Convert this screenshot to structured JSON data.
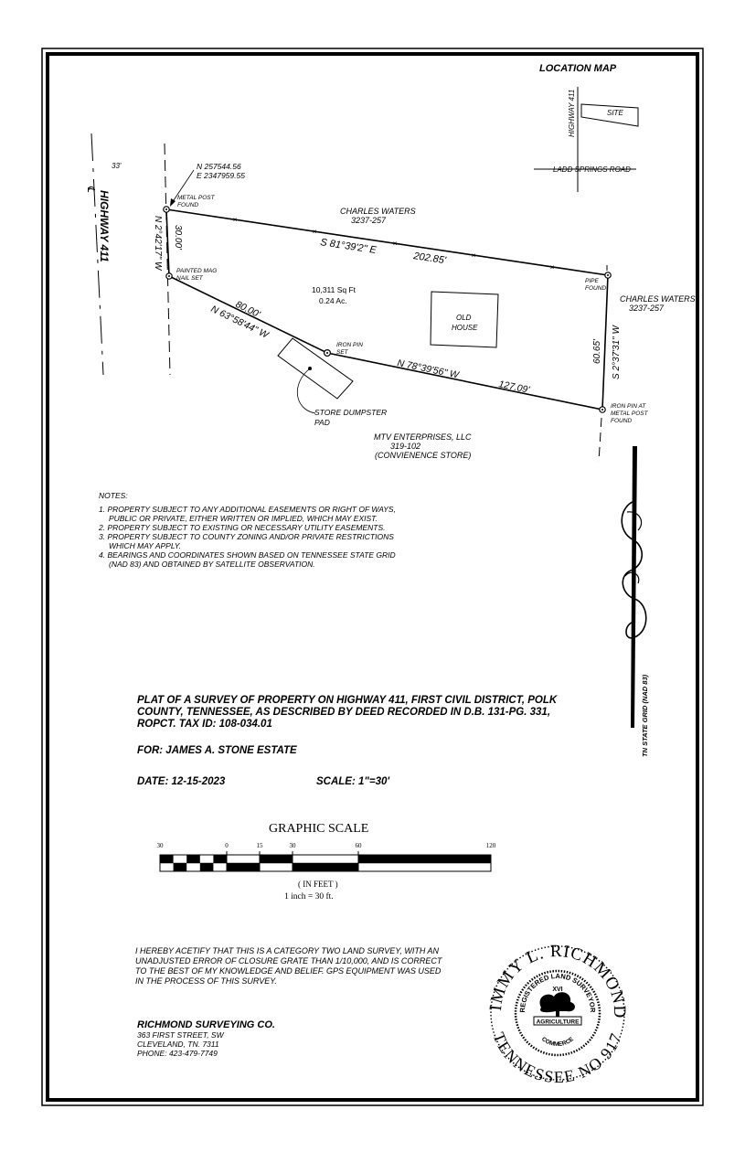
{
  "location_map": {
    "title": "LOCATION MAP",
    "highway": "HIGHWAY 411",
    "site": "SITE",
    "road": "LADD SPRINGS ROAD"
  },
  "highway": {
    "label": "HIGHWAY 411",
    "cl_symbol": "℄",
    "width_label": "33'"
  },
  "corners": {
    "nw_north": "N 257544.56",
    "nw_east": "E 2347959.55",
    "nw_l1": "METAL POST",
    "nw_l2": "FOUND",
    "w_l1": "PAINTED MAG",
    "w_l2": "NAIL SET",
    "mid_l1": "IRON PIN",
    "mid_l2": "SET",
    "ne_l1": "PIPE",
    "ne_l2": "FOUND",
    "se_l1": "IRON PIN AT",
    "se_l2": "METAL POST",
    "se_l3": "FOUND"
  },
  "bearings": {
    "north_line": "S 81°39'2\" E",
    "north_dist": "202.85'",
    "west_line": "N 2°42'17\" W",
    "west_dist": "30.00'",
    "sw1_line": "N 63°58'44\" W",
    "sw1_dist": "80.00'",
    "sw2_line": "N 78°39'56\" W",
    "sw2_dist": "127.09'",
    "east_line": "S 2°37'31\" W",
    "east_dist": "60.65'"
  },
  "adjoiners": {
    "north_owner": "CHARLES WATERS",
    "north_deed": "3237-257",
    "east_owner": "CHARLES WATERS",
    "east_deed": "3237-257",
    "south_owner": "MTV ENTERPRISES, LLC",
    "south_deed": "319-102",
    "south_use": "(CONVIENENCE STORE)"
  },
  "area": {
    "sqft": "10,311 Sq Ft",
    "acres": "0.24 Ac."
  },
  "house": {
    "l1": "OLD",
    "l2": "HOUSE"
  },
  "dumpster": {
    "l1": "STORE DUMPSTER",
    "l2": "PAD"
  },
  "notes": {
    "title": "NOTES:",
    "lines": [
      "1. PROPERTY SUBJECT TO ANY ADDITIONAL EASEMENTS OR RIGHT OF WAYS,",
      "PUBLIC OR PRIVATE, EITHER WRITTEN OR IMPLIED, WHICH MAY EXIST.",
      "2. PROPERTY SUBJECT TO EXISTING OR NECESSARY UTILITY EASEMENTS.",
      "3. PROPERTY SUBJECT TO COUNTY ZONING AND/OR PRIVATE RESTRICTIONS",
      "WHICH MAY APPLY.",
      "4. BEARINGS AND COORDINATES SHOWN BASED ON TENNESSEE STATE GRID",
      "(NAD 83) AND OBTAINED BY SATELLITE OBSERVATION."
    ]
  },
  "north_arrow": {
    "label": "TN STATE GRID (NAD 83)"
  },
  "title_block": {
    "lines": [
      "PLAT OF A SURVEY OF PROPERTY ON HIGHWAY 411, FIRST CIVIL DISTRICT, POLK",
      "COUNTY, TENNESSEE, AS DESCRIBED BY DEED RECORDED IN D.B. 131-PG. 331,",
      "ROPCT.  TAX ID: 108-034.01"
    ],
    "for": "FOR:  JAMES A. STONE ESTATE",
    "date": "DATE:  12-15-2023",
    "scale": "SCALE:  1\"=30'"
  },
  "graphic_scale": {
    "title": "GRAPHIC SCALE",
    "ticks": [
      "30",
      "0",
      "15",
      "30",
      "60",
      "120"
    ],
    "unit": "( IN FEET )",
    "ratio": "1 inch =  30  ft."
  },
  "certification": {
    "lines": [
      "I HEREBY ACETIFY THAT THIS IS A CATEGORY TWO LAND SURVEY, WITH AN",
      "UNADJUSTED ERROR OF CLOSURE GRATE THAN 1/10,000, AND IS CORRECT",
      "TO THE BEST OF MY KNOWLEDGE AND BELIEF. GPS EQUIPMENT WAS USED",
      "IN THE PROCESS OF THIS SURVEY."
    ]
  },
  "company": {
    "name": "RICHMOND SURVEYING CO.",
    "address1": "363 FIRST STREET, SW",
    "address2": "CLEVELAND, TN. 7311",
    "phone": "PHONE:  423-479-7749"
  },
  "seal": {
    "top": "JIMMY L. RICHMOND",
    "bottom": "TENNESSEE NO 917",
    "inner_top": "REGISTERED LAND SURVEYOR",
    "inner_num": "XVI",
    "band": "AGRICULTURE",
    "band2": "COMMERCE"
  }
}
